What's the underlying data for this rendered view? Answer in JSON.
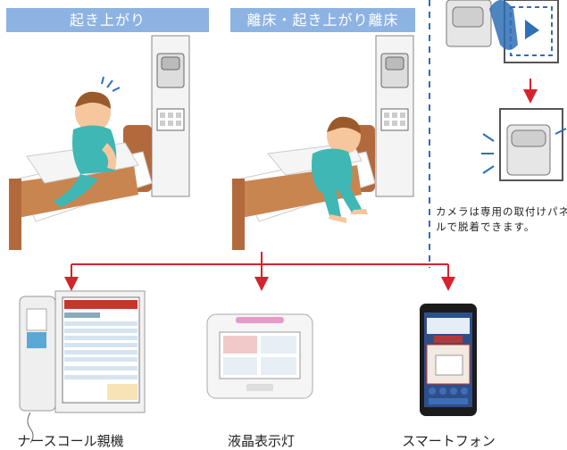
{
  "scenes": [
    {
      "label": "起き上がり"
    },
    {
      "label": "離床・起き上がり離床"
    }
  ],
  "camera_note": "カメラは専用の取付けパネルで脱着できます。",
  "devices": [
    {
      "label": "ナースコール親機"
    },
    {
      "label": "液晶表示灯"
    },
    {
      "label": "スマートフォン"
    }
  ],
  "colors": {
    "header": "#8db3e2",
    "arrow": "#d6232e",
    "dashed_divider": "#2f6fb5",
    "pajama": "#3fb7b4",
    "wood": "#b26a3c"
  }
}
